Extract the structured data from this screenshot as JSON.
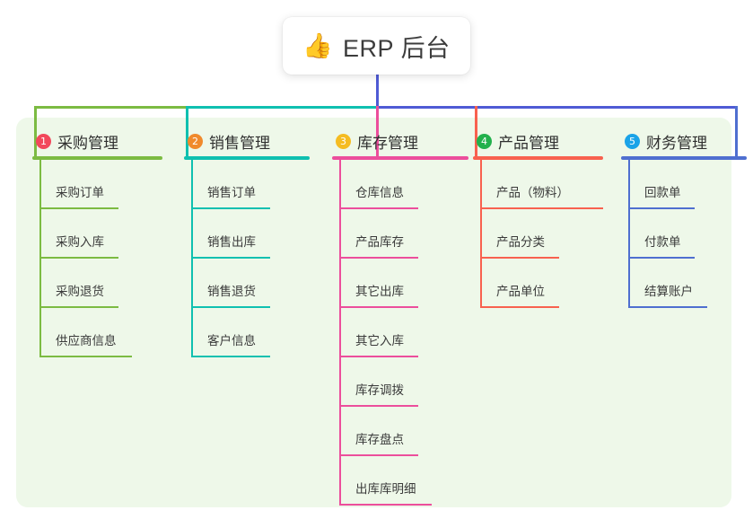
{
  "page": {
    "background": "#ffffff",
    "board_color": "#eef8e9"
  },
  "root": {
    "icon": "thumbs-up-icon",
    "icon_glyph": "👍",
    "title": "ERP 后台",
    "card_background": "#ffffff",
    "stem_color": "#4f5bd5"
  },
  "bus": {
    "segments": [
      {
        "color": "#7cbb42",
        "name": "bus-green"
      },
      {
        "color": "#0fc0b0",
        "name": "bus-teal"
      },
      {
        "color": "#4f5bd5",
        "name": "bus-indigo"
      }
    ]
  },
  "columns": [
    {
      "number": "1",
      "title": "采购管理",
      "badge_color": "#f2485b",
      "line_color": "#7cbb42",
      "items": [
        {
          "label": "采购订单"
        },
        {
          "label": "采购入库"
        },
        {
          "label": "采购退货"
        },
        {
          "label": "供应商信息"
        }
      ]
    },
    {
      "number": "2",
      "title": "销售管理",
      "badge_color": "#f08a2c",
      "line_color": "#0fc0b0",
      "items": [
        {
          "label": "销售订单"
        },
        {
          "label": "销售出库"
        },
        {
          "label": "销售退货"
        },
        {
          "label": "客户信息"
        }
      ]
    },
    {
      "number": "3",
      "title": "库存管理",
      "badge_color": "#f5bc21",
      "line_color": "#ec4e9c",
      "items": [
        {
          "label": "仓库信息"
        },
        {
          "label": "产品库存"
        },
        {
          "label": "其它出库"
        },
        {
          "label": "其它入库"
        },
        {
          "label": "库存调拨"
        },
        {
          "label": "库存盘点"
        },
        {
          "label": "出库库明细"
        }
      ]
    },
    {
      "number": "4",
      "title": "产品管理",
      "badge_color": "#22b14c",
      "line_color": "#f8614f",
      "items": [
        {
          "label": "产品（物料）"
        },
        {
          "label": "产品分类"
        },
        {
          "label": "产品单位"
        }
      ]
    },
    {
      "number": "5",
      "title": "财务管理",
      "badge_color": "#1aa3e8",
      "line_color": "#4f6fd0",
      "items": [
        {
          "label": "回款单"
        },
        {
          "label": "付款单"
        },
        {
          "label": "结算账户"
        }
      ]
    }
  ]
}
